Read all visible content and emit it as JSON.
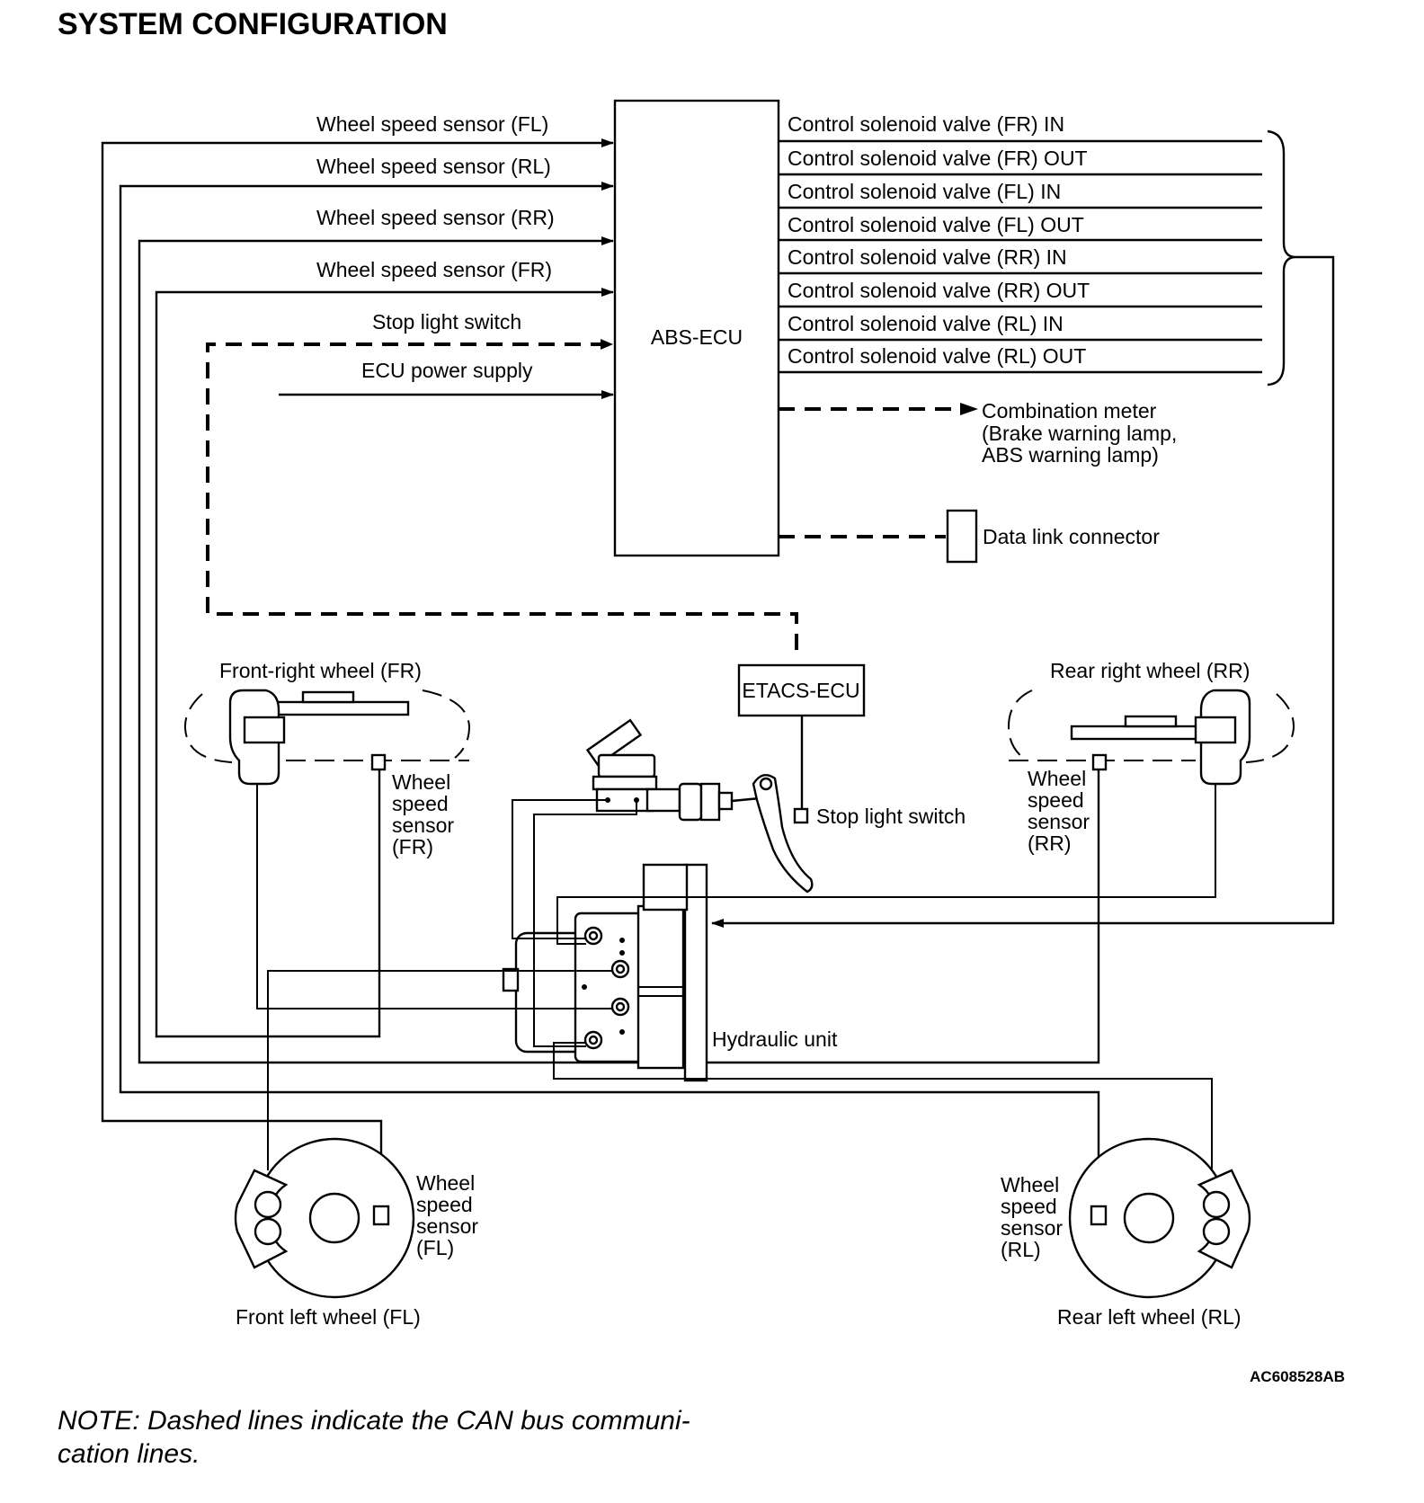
{
  "title": "SYSTEM CONFIGURATION",
  "ecu": "ABS-ECU",
  "inputs": {
    "wss_fl": "Wheel speed sensor (FL)",
    "wss_rl": "Wheel speed sensor (RL)",
    "wss_rr": "Wheel speed sensor (RR)",
    "wss_fr": "Wheel speed sensor (FR)",
    "stop_light": "Stop light switch",
    "power": "ECU power supply"
  },
  "outputs": [
    "Control solenoid valve (FR) IN",
    "Control solenoid valve (FR) OUT",
    "Control solenoid valve (FL) IN",
    "Control solenoid valve (FL) OUT",
    "Control solenoid valve (RR) IN",
    "Control solenoid valve (RR) OUT",
    "Control solenoid valve (RL) IN",
    "Control solenoid valve (RL) OUT"
  ],
  "combination_meter": [
    "Combination meter",
    "(Brake warning lamp,",
    " ABS warning lamp)"
  ],
  "data_link": "Data link connector",
  "etacs": "ETACS-ECU",
  "wheels": {
    "fr": "Front-right wheel (FR)",
    "rr": "Rear right wheel (RR)",
    "fl": "Front left wheel (FL)",
    "rl": "Rear left wheel (RL)"
  },
  "sensor_labels": {
    "fr": [
      "Wheel",
      "speed",
      "sensor",
      "(FR)"
    ],
    "rr": [
      "Wheel",
      "speed",
      "sensor",
      "(RR)"
    ],
    "fl": [
      "Wheel",
      "speed",
      "sensor",
      "(FL)"
    ],
    "rl": [
      "Wheel",
      "speed",
      "sensor",
      "(RL)"
    ]
  },
  "stop_light_switch": "Stop light switch",
  "hydraulic_unit": "Hydraulic unit",
  "figure_code": "AC608528AB",
  "note": [
    "NOTE: Dashed lines indicate the CAN bus communi-",
    "cation lines."
  ]
}
